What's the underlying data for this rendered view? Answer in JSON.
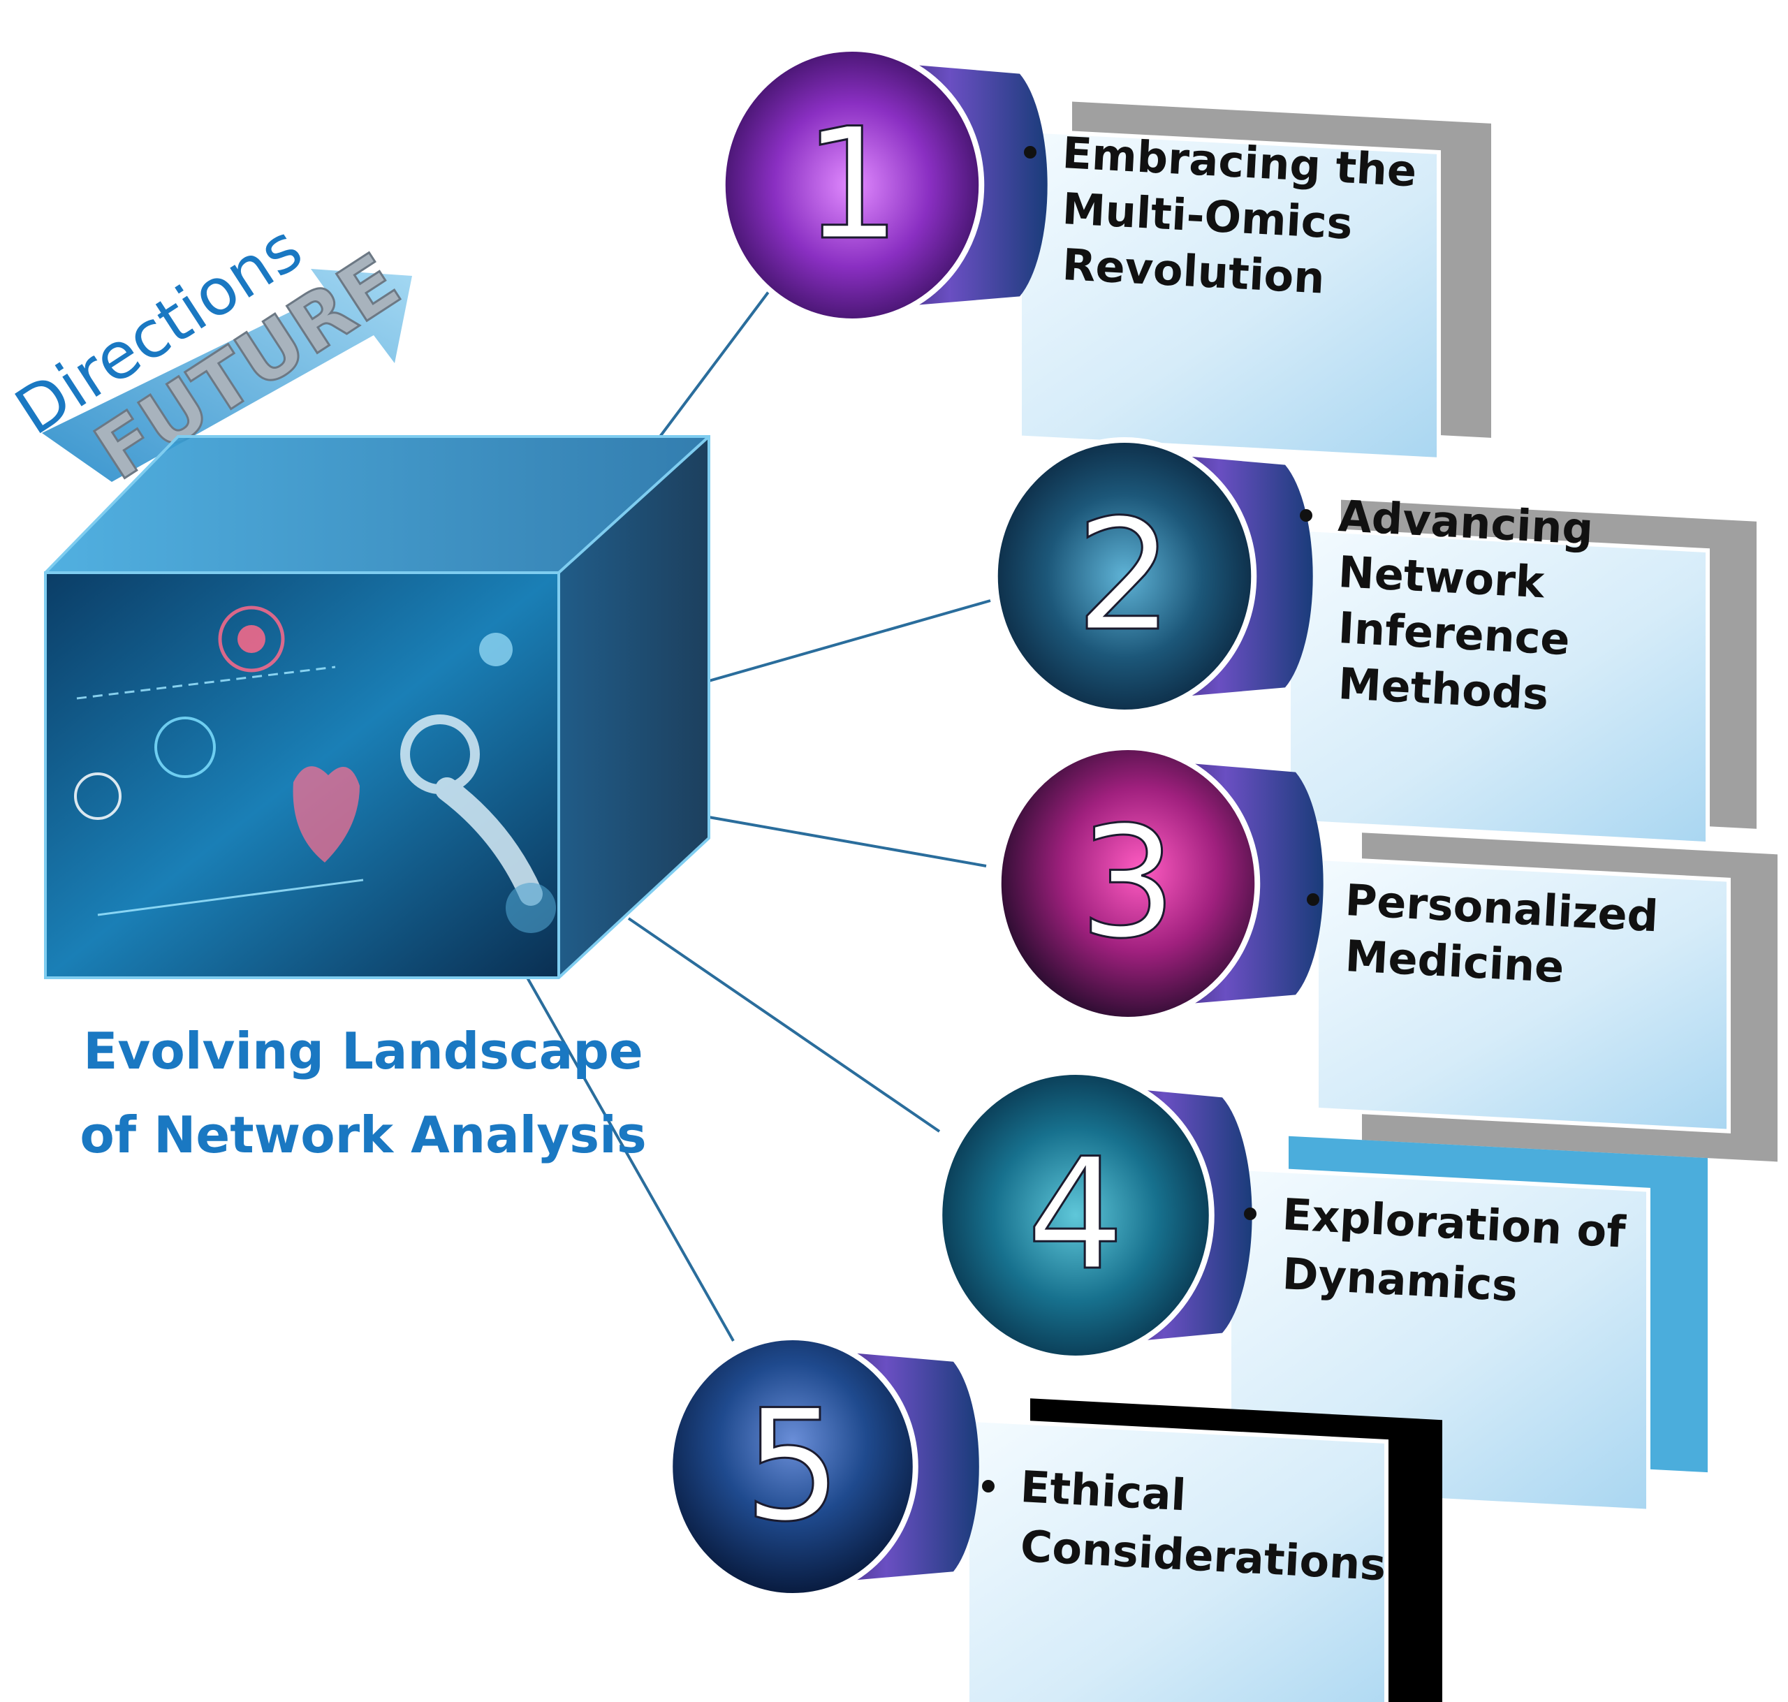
{
  "hub": {
    "arrow_label": "Directions",
    "arrow_word": "FUTURE",
    "title_lines": [
      "Evolving Landscape",
      "of Network Analysis"
    ]
  },
  "items": [
    {
      "number": "1",
      "lines": [
        "Embracing the",
        "Multi-Omics",
        "Revolution"
      ]
    },
    {
      "number": "2",
      "lines": [
        "Advancing",
        "Network",
        "Inference",
        "Methods"
      ]
    },
    {
      "number": "3",
      "lines": [
        "Personalized",
        "Medicine"
      ]
    },
    {
      "number": "4",
      "lines": [
        "Exploration of",
        "Dynamics"
      ]
    },
    {
      "number": "5",
      "lines": [
        "Ethical",
        "Considerations"
      ]
    }
  ],
  "colors": {
    "title_blue": "#1a78c2",
    "arrow_blue": "#5ab4e0",
    "card_light": "#d8eefa",
    "shadow_gray": "#8c8c8c",
    "connector": "#2a6d9c"
  }
}
